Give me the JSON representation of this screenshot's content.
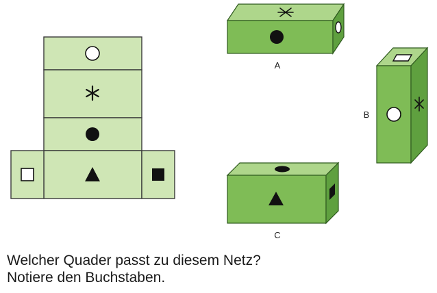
{
  "colors": {
    "net_fill": "#cfe6b5",
    "net_stroke": "#3a3a3a",
    "box_front": "#7fbc56",
    "box_top": "#aed68b",
    "box_side": "#5fa03f",
    "symbol": "#111111"
  },
  "net": {
    "faces": [
      {
        "name": "top-face",
        "symbol": "open-circle"
      },
      {
        "name": "second-face",
        "symbol": "asterisk"
      },
      {
        "name": "third-face",
        "symbol": "filled-circle"
      },
      {
        "name": "center-face",
        "symbol": "filled-triangle"
      },
      {
        "name": "left-face",
        "symbol": "open-square"
      },
      {
        "name": "right-face",
        "symbol": "filled-square"
      }
    ]
  },
  "boxes": [
    {
      "label": "A",
      "front": "filled-circle",
      "top": "asterisk",
      "side": "open-circle"
    },
    {
      "label": "B",
      "front": "open-circle",
      "top": "open-square",
      "side": "asterisk"
    },
    {
      "label": "C",
      "front": "filled-triangle",
      "top": "filled-circle",
      "side": "filled-square"
    }
  ],
  "question": {
    "line1": "Welcher Quader passt zu diesem Netz?",
    "line2": "Notiere den Buchstaben."
  }
}
